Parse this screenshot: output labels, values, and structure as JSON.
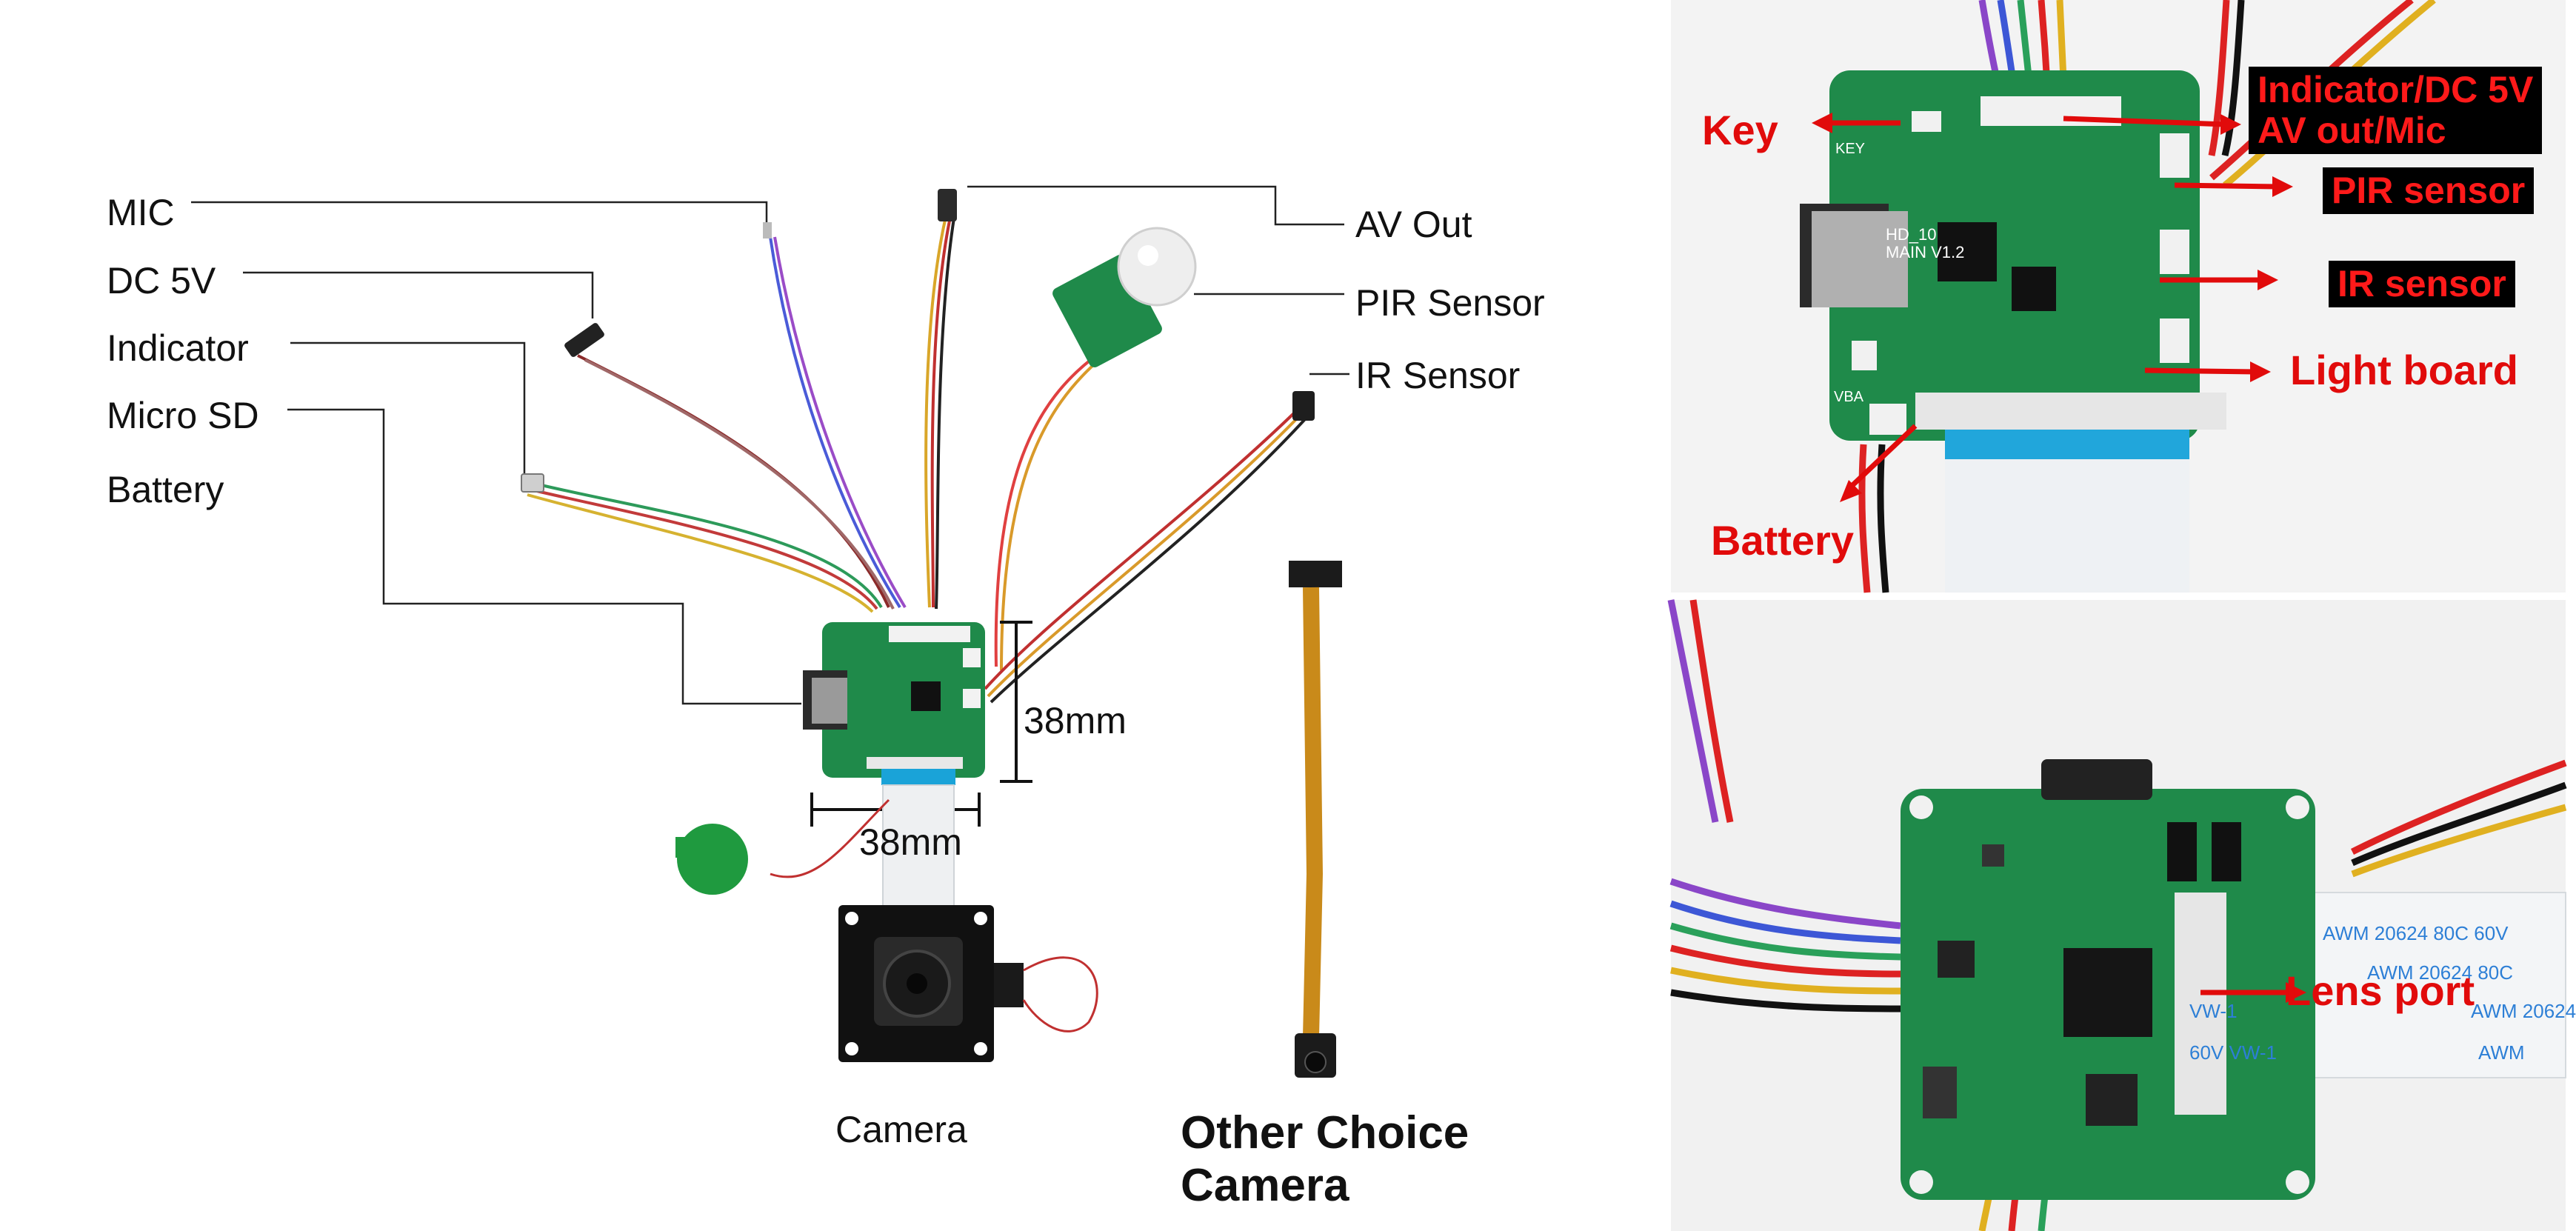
{
  "left_panel": {
    "labels": {
      "mic": "MIC",
      "dc5v": "DC 5V",
      "indicator": "Indicator",
      "microsd": "Micro SD",
      "battery": "Battery",
      "av_out": "AV Out",
      "pir": "PIR Sensor",
      "ir": "IR Sensor",
      "height": "38mm",
      "width": "38mm",
      "camera": "Camera",
      "other_line1": "Other Choice",
      "other_line2": "Camera"
    }
  },
  "top_right": {
    "key": "Key",
    "indicator_line1": "Indicator/DC 5V",
    "indicator_line2": "AV out/Mic",
    "pir": "PIR sensor",
    "ir": "IR sensor",
    "light_board": "Light board",
    "battery": "Battery",
    "board_text": "HD_10\nMAIN V1.2",
    "key_silk": "KEY",
    "vbat_silk": "VBA"
  },
  "bottom_right": {
    "lens_port": "Lens port",
    "cable_text_1": "AWM 20624 80C 60V",
    "cable_text_2": "AWM 20624 80C",
    "cable_text_3": "VW-1",
    "cable_text_4": "60V VW-1",
    "cable_text_5": "AWM 20624",
    "cable_text_6": "AWM"
  },
  "colors": {
    "pcb": "#1f8a4a",
    "pcb_dark": "#136b37",
    "red_label": "#e10b0b",
    "ribbon": "#e9eef2",
    "flex": "#c98a1a"
  }
}
